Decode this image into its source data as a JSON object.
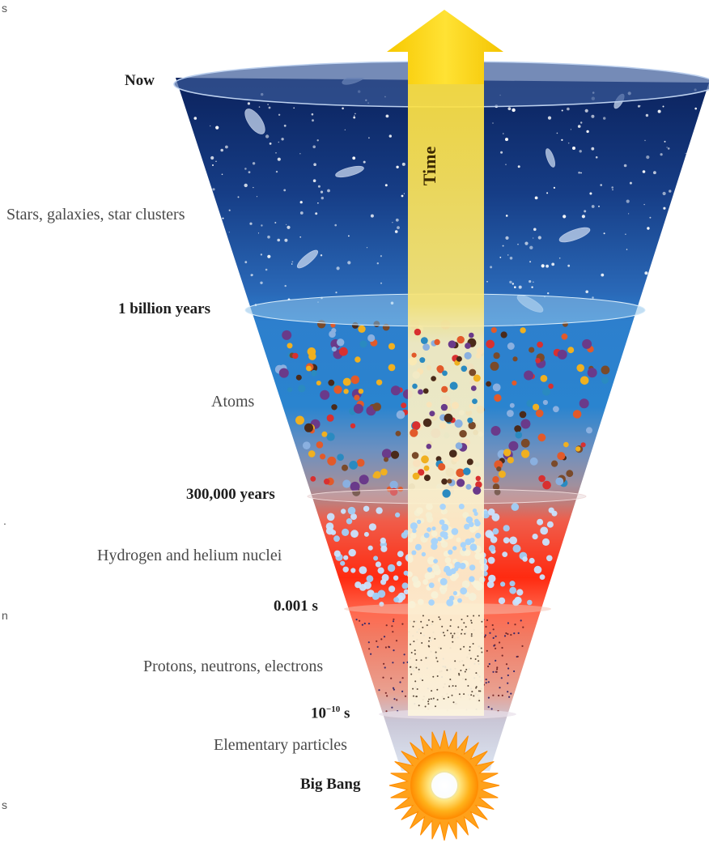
{
  "time_label": "Time",
  "edge_fragments": {
    "top_left": "s",
    "mid_left_dot": ".",
    "mid_left_n": "n",
    "bottom_left": "s"
  },
  "milestones": {
    "now": "Now",
    "one_billion_years": "1 billion years",
    "three_hundred_thousand_years": "300,000 years",
    "one_millisecond": "0.001 s",
    "ten_pow_base": "10",
    "ten_pow_exp": "−10",
    "ten_pow_unit": " s",
    "big_bang": "Big Bang"
  },
  "eras": {
    "stars": "Stars, galaxies, star clusters",
    "atoms": "Atoms",
    "nuclei": "Hydrogen and helium nuclei",
    "particles": "Protons, neutrons, electrons",
    "elementary": "Elementary particles"
  },
  "colors": {
    "space_top": "#0b2560",
    "space_bottom": "#2d74c4",
    "atoms_blue": "#2f86d2",
    "band_gray": "#9d8a96",
    "nuclei_red": "#ff2a10",
    "particles_salmon": "#f07a62",
    "base_pale": "#e0ecf6",
    "arrow_yellow": "#ffd812",
    "column_cream": "#fbf0c8"
  },
  "icons": [
    "spiral-galaxy-icon",
    "starburst-icon",
    "arrow-up-icon"
  ]
}
